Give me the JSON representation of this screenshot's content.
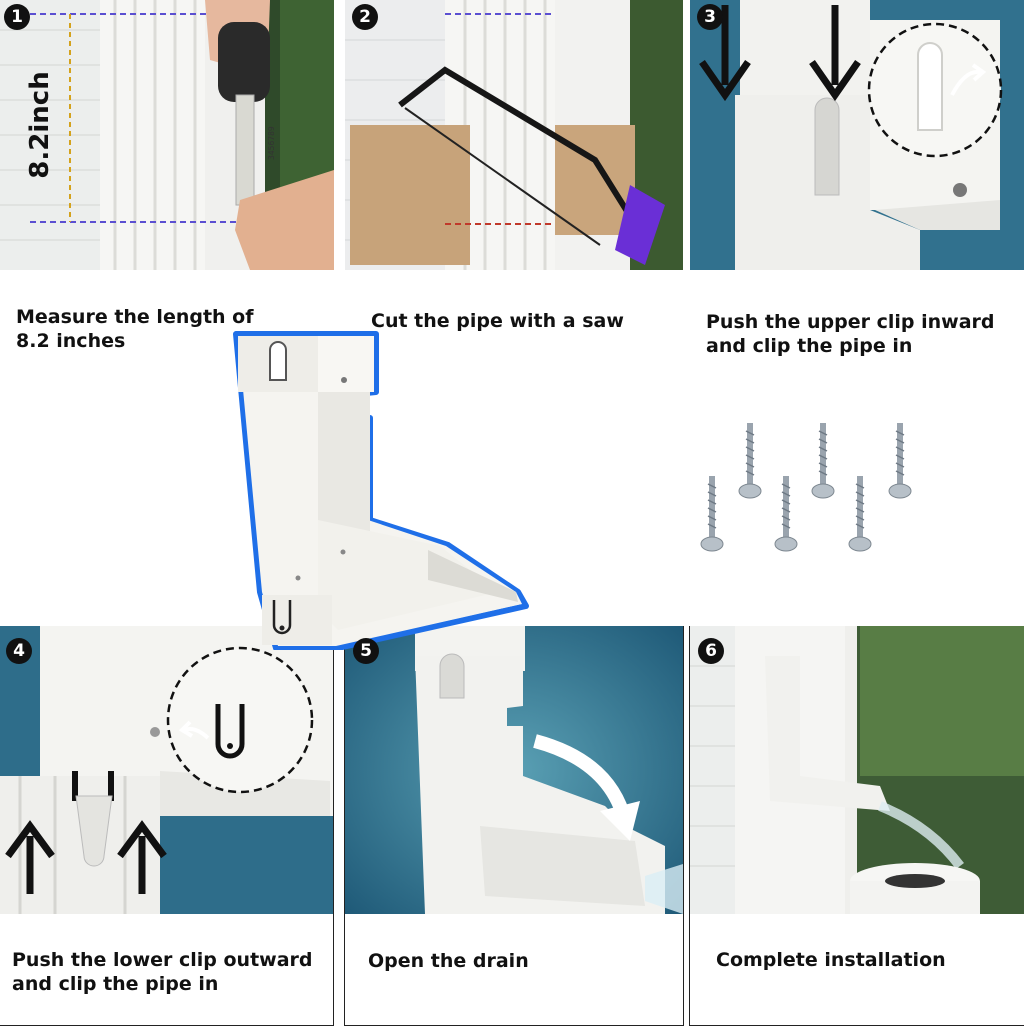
{
  "steps": [
    {
      "number": "1",
      "caption": [
        "Measure the length of",
        "8.2 inches"
      ],
      "measurement": "8.2inch"
    },
    {
      "number": "2",
      "caption": [
        "Cut the pipe with a saw"
      ]
    },
    {
      "number": "3",
      "caption": [
        "Push the upper clip inward",
        "and clip the pipe in"
      ]
    },
    {
      "number": "4",
      "caption": [
        "Push the lower clip outward",
        "and clip the pipe in"
      ]
    },
    {
      "number": "5",
      "caption": [
        "Open the drain"
      ]
    },
    {
      "number": "6",
      "caption": [
        "Complete installation"
      ]
    }
  ],
  "colors": {
    "outline_blue": "#1f6fe8",
    "panel_border": "#222222",
    "badge": "#111111",
    "siding": "#e9ebe9",
    "teal_bg": "#2d6f8c",
    "part_white": "#f4f3ef",
    "saw_handle": "#6a2fd6"
  },
  "icons": {
    "step_badge": "numbered-circle-icon",
    "down_arrow": "arrow-down-icon",
    "up_arrow": "arrow-up-icon",
    "curved_arrow": "curved-arrow-icon",
    "screw": "screw-icon"
  }
}
